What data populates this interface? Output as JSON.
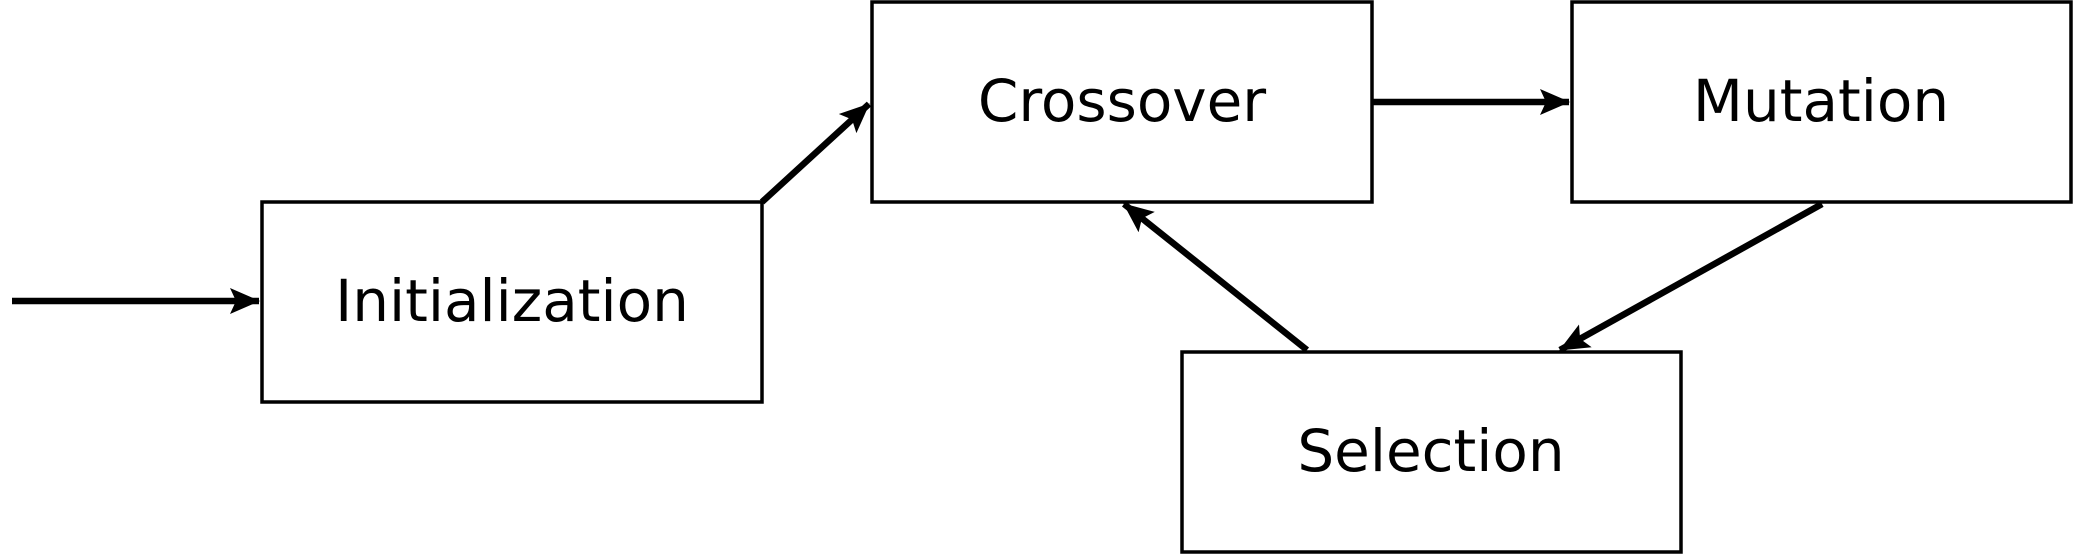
{
  "diagram": {
    "nodes": {
      "initialization": {
        "label": "Initialization"
      },
      "crossover": {
        "label": "Crossover"
      },
      "mutation": {
        "label": "Mutation"
      },
      "selection": {
        "label": "Selection"
      }
    },
    "edges": [
      {
        "from": "start",
        "to": "initialization"
      },
      {
        "from": "initialization",
        "to": "crossover"
      },
      {
        "from": "crossover",
        "to": "mutation"
      },
      {
        "from": "mutation",
        "to": "selection"
      },
      {
        "from": "selection",
        "to": "crossover"
      }
    ]
  }
}
